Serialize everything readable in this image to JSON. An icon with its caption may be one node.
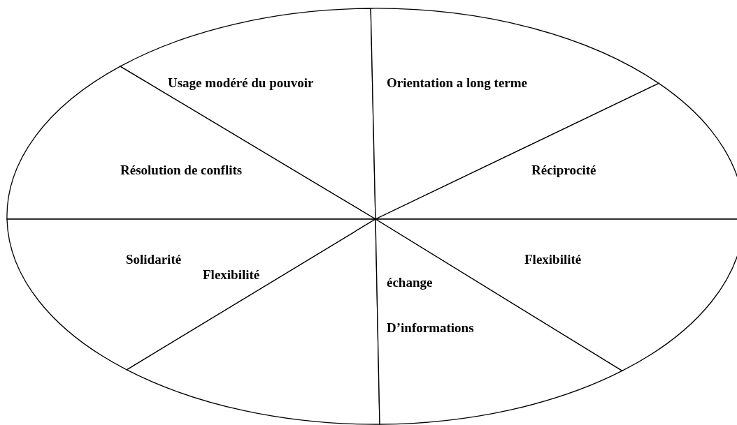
{
  "diagram": {
    "nodes": [
      {
        "text": [
          "Usage modéré du pouvoir"
        ]
      },
      {
        "text": [
          "Orientation a long terme"
        ]
      },
      {
        "text": [
          "Résolution de conflits"
        ]
      },
      {
        "text": [
          "Réciprocité"
        ]
      },
      {
        "text": [
          "Solidarité"
        ]
      },
      {
        "text": [
          "Flexibilité"
        ]
      },
      {
        "text": [
          "Flexibilité"
        ]
      },
      {
        "text": [
          "échange D’informations"
        ]
      }
    ]
  }
}
